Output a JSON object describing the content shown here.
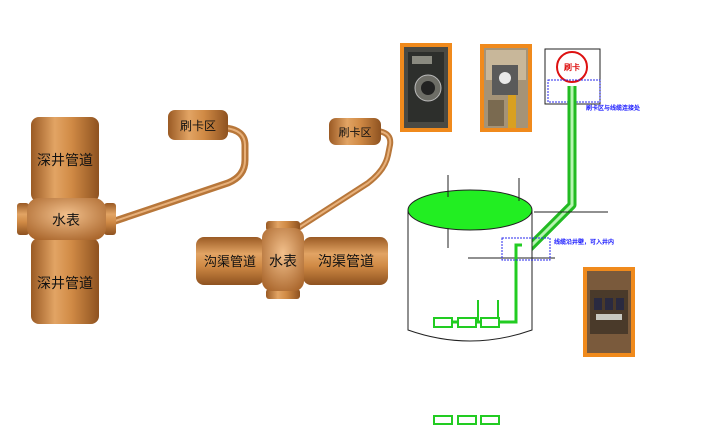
{
  "left_diagram": {
    "top_pipe_label": "深井管道",
    "meter_label": "水表",
    "bottom_pipe_label": "深井管道",
    "card_area_label": "刷卡区"
  },
  "middle_diagram": {
    "left_pipe_label": "沟渠管道",
    "meter_label": "水表",
    "right_pipe_label": "沟渠管道",
    "card_area_label": "刷卡区"
  },
  "right_diagram": {
    "card_box_label": "刷卡",
    "top_note": "刷卡区与线缆连接处",
    "middle_note": "线缆沿井壁，可入井内",
    "bottom_group_count": 3
  },
  "colors": {
    "copper": "#c8853f",
    "green": "#22dd22",
    "frame_orange": "#f08a1c",
    "note_blue": "#1a1aff",
    "card_red": "#dd1111"
  }
}
